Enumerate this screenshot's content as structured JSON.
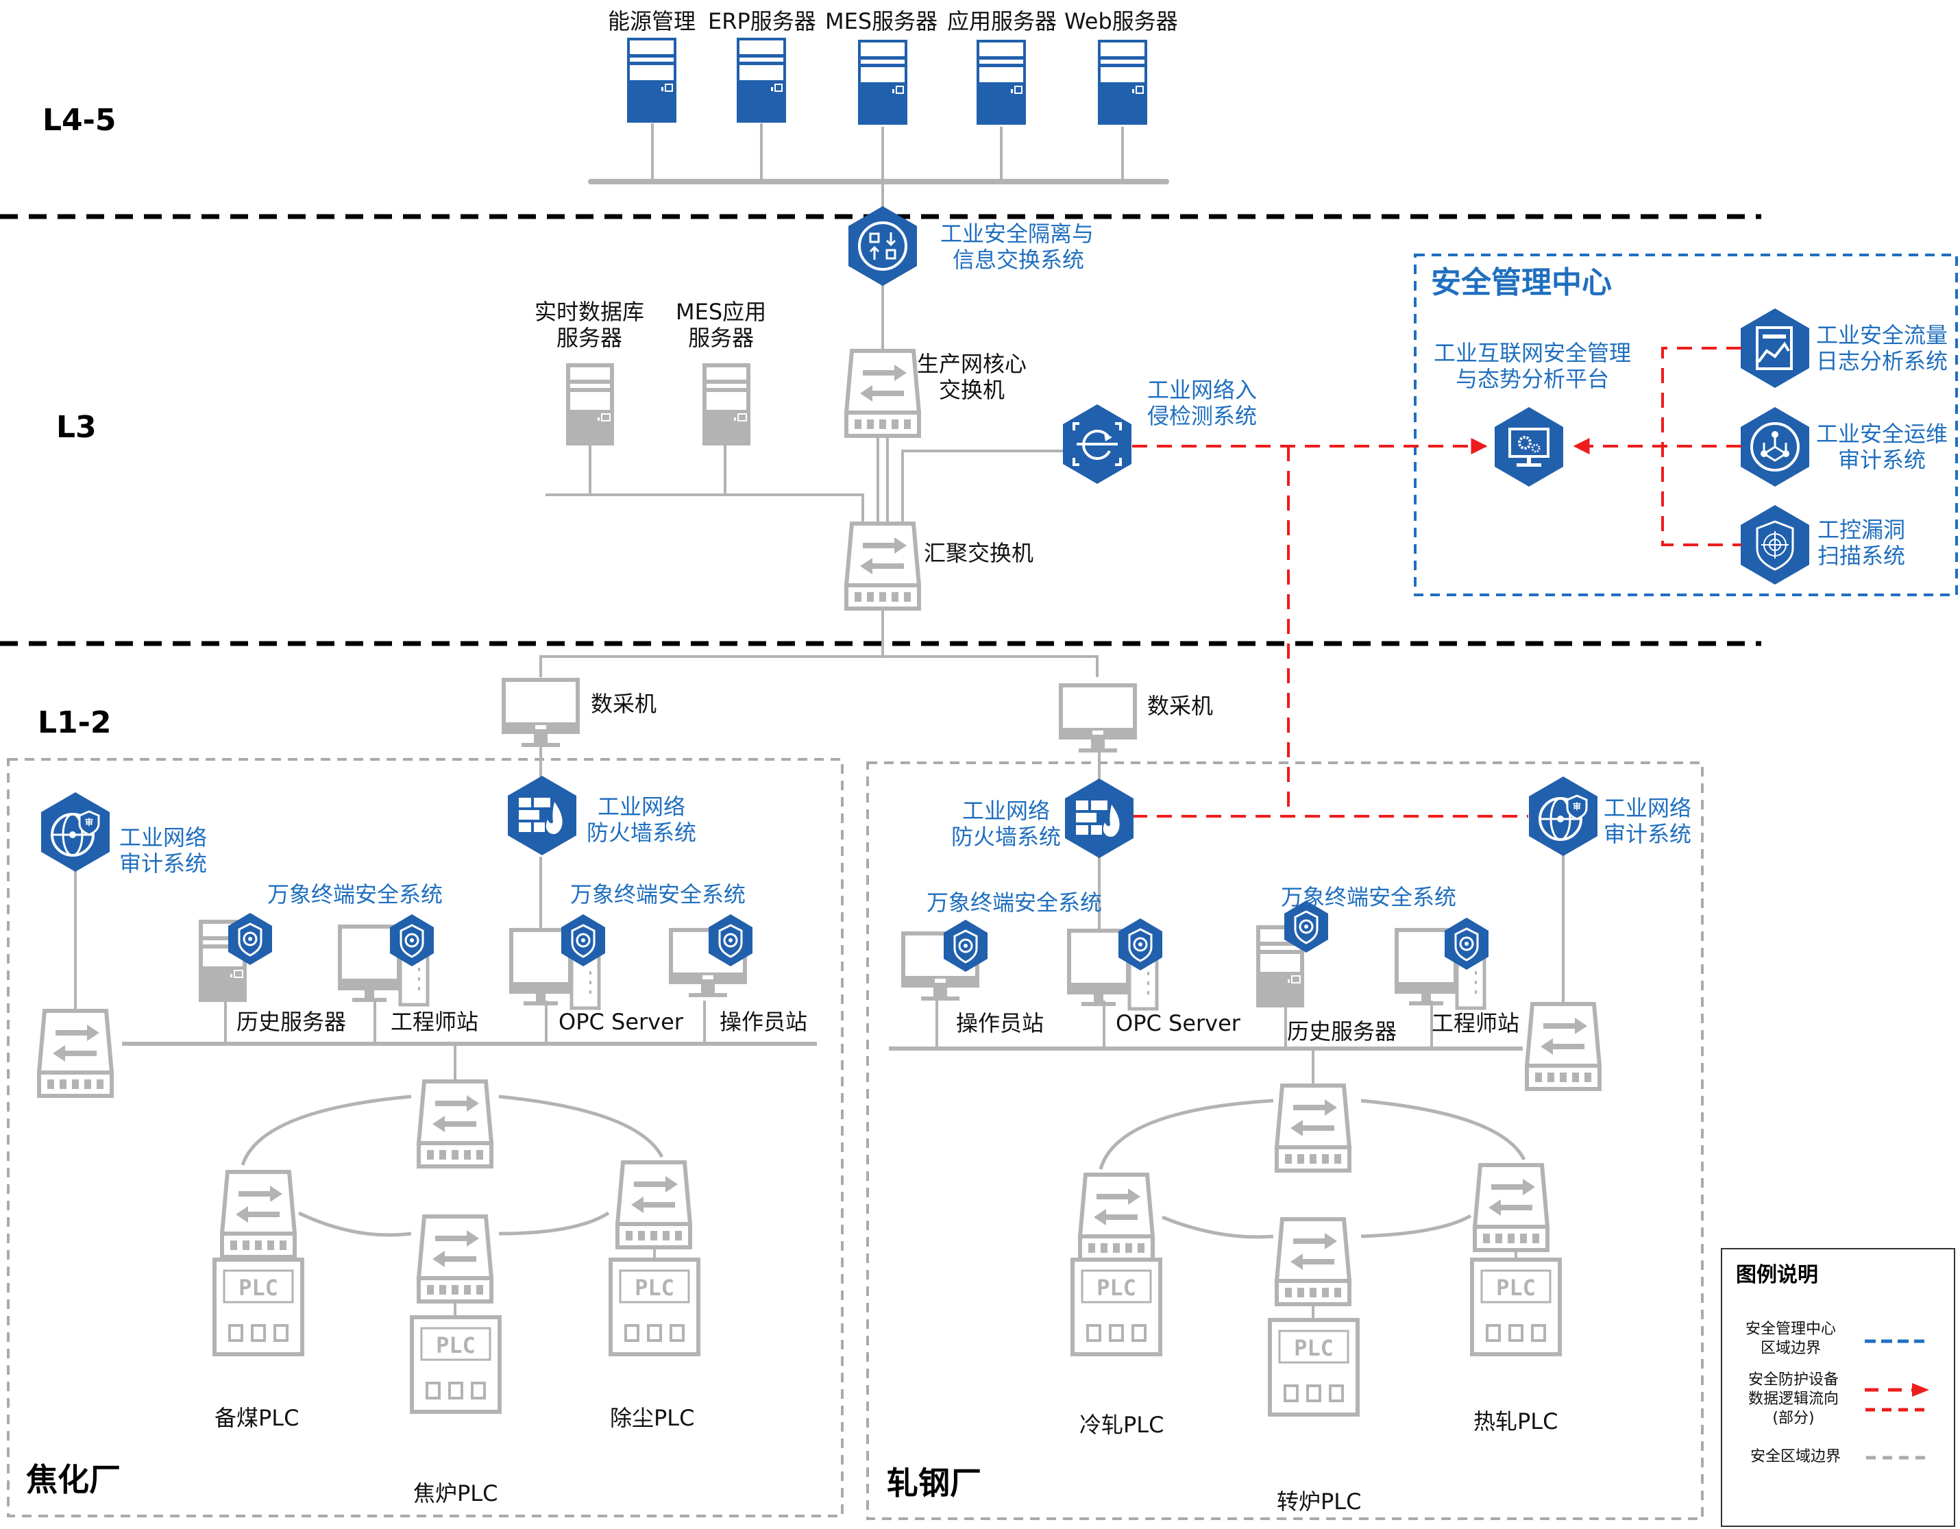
{
  "layers": {
    "l45": "L4-5",
    "l3": "L3",
    "l12": "L1-2"
  },
  "top_servers": [
    {
      "label": "能源管理"
    },
    {
      "label": "ERP服务器"
    },
    {
      "label": "MES服务器"
    },
    {
      "label": "应用服务器"
    },
    {
      "label": "Web服务器"
    }
  ],
  "l3": {
    "isolation": {
      "line1": "工业安全隔离与",
      "line2": "信息交换系统"
    },
    "rtdb_server": {
      "line1": "实时数据库",
      "line2": "服务器"
    },
    "mes_app_server": {
      "line1": "MES应用",
      "line2": "服务器"
    },
    "core_switch": {
      "line1": "生产网核心",
      "line2": "交换机"
    },
    "ids": {
      "line1": "工业网络入",
      "line2": "侵检测系统"
    },
    "agg_switch": "汇聚交换机"
  },
  "security_center": {
    "title": "安全管理中心",
    "platform": {
      "line1": "工业互联网安全管理",
      "line2": "与态势分析平台"
    },
    "flow_log": {
      "line1": "工业安全流量",
      "line2": "日志分析系统"
    },
    "ops_audit": {
      "line1": "工业安全运维",
      "line2": "审计系统"
    },
    "vuln_scan": {
      "line1": "工控漏洞",
      "line2": "扫描系统"
    }
  },
  "coking_plant": {
    "zone_label": "焦化厂",
    "collector": "数采机",
    "firewall": {
      "line1": "工业网络",
      "line2": "防火墙系统"
    },
    "audit": {
      "line1": "工业网络",
      "line2": "审计系统"
    },
    "endpoint_label_1": "万象终端安全系统",
    "endpoint_label_2": "万象终端安全系统",
    "hosts": [
      "历史服务器",
      "工程师站",
      "OPC Server",
      "操作员站"
    ],
    "plcs": [
      "备煤PLC",
      "焦炉PLC",
      "除尘PLC"
    ]
  },
  "steel_plant": {
    "zone_label": "轧钢厂",
    "collector": "数采机",
    "firewall": {
      "line1": "工业网络",
      "line2": "防火墙系统"
    },
    "audit": {
      "line1": "工业网络",
      "line2": "审计系统"
    },
    "endpoint_label_1": "万象终端安全系统",
    "endpoint_label_2": "万象终端安全系统",
    "hosts": [
      "操作员站",
      "OPC Server",
      "历史服务器",
      "工程师站"
    ],
    "plcs": [
      "冷轧PLC",
      "转炉PLC",
      "热轧PLC"
    ]
  },
  "plc_text": "PLC",
  "legend": {
    "title": "图例说明",
    "items": [
      {
        "line1": "安全管理中心",
        "line2": "区域边界",
        "line3": ""
      },
      {
        "line1": "安全防护设备",
        "line2": "数据逻辑流向",
        "line3": "(部分)"
      },
      {
        "line1": "安全区域边界",
        "line2": "",
        "line3": ""
      }
    ]
  },
  "colors": {
    "device_blue": "#2160ac",
    "label_blue": "#1f6fbf",
    "gray": "#b3b3b3",
    "flow_red": "#ee1c1c",
    "boundary_black": "#000000"
  }
}
